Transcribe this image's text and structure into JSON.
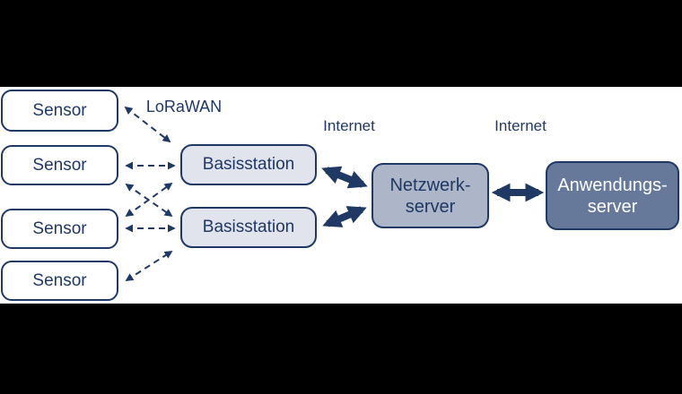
{
  "figure": {
    "description": "LoRaWAN network architecture diagram with letterboxed black bars",
    "colors": {
      "navy": "#1f3864",
      "sensor_fill": "#ffffff",
      "basestation_fill": "#e1e3ed",
      "network_server_fill": "#adb5c9",
      "application_server_fill": "#66799b",
      "application_server_text": "#ffffff",
      "canvas_background": "#ffffff",
      "letterbox": "#000000"
    },
    "nodes": {
      "sensors": [
        "Sensor",
        "Sensor",
        "Sensor",
        "Sensor"
      ],
      "basestations": [
        "Basisstation",
        "Basisstation"
      ],
      "network_server": {
        "line1": "Netzwerk-",
        "line2": "server"
      },
      "application_server": {
        "line1": "Anwendungs-",
        "line2": "server"
      }
    },
    "labels": {
      "lorawan": "LoRaWAN",
      "internet_left": "Internet",
      "internet_right": "Internet"
    },
    "connections": {
      "dashed_links": "sensors to basestations (bidirectional, LoRaWAN)",
      "thick_links": "basestations to network server and network server to application server (bidirectional, Internet)"
    }
  }
}
